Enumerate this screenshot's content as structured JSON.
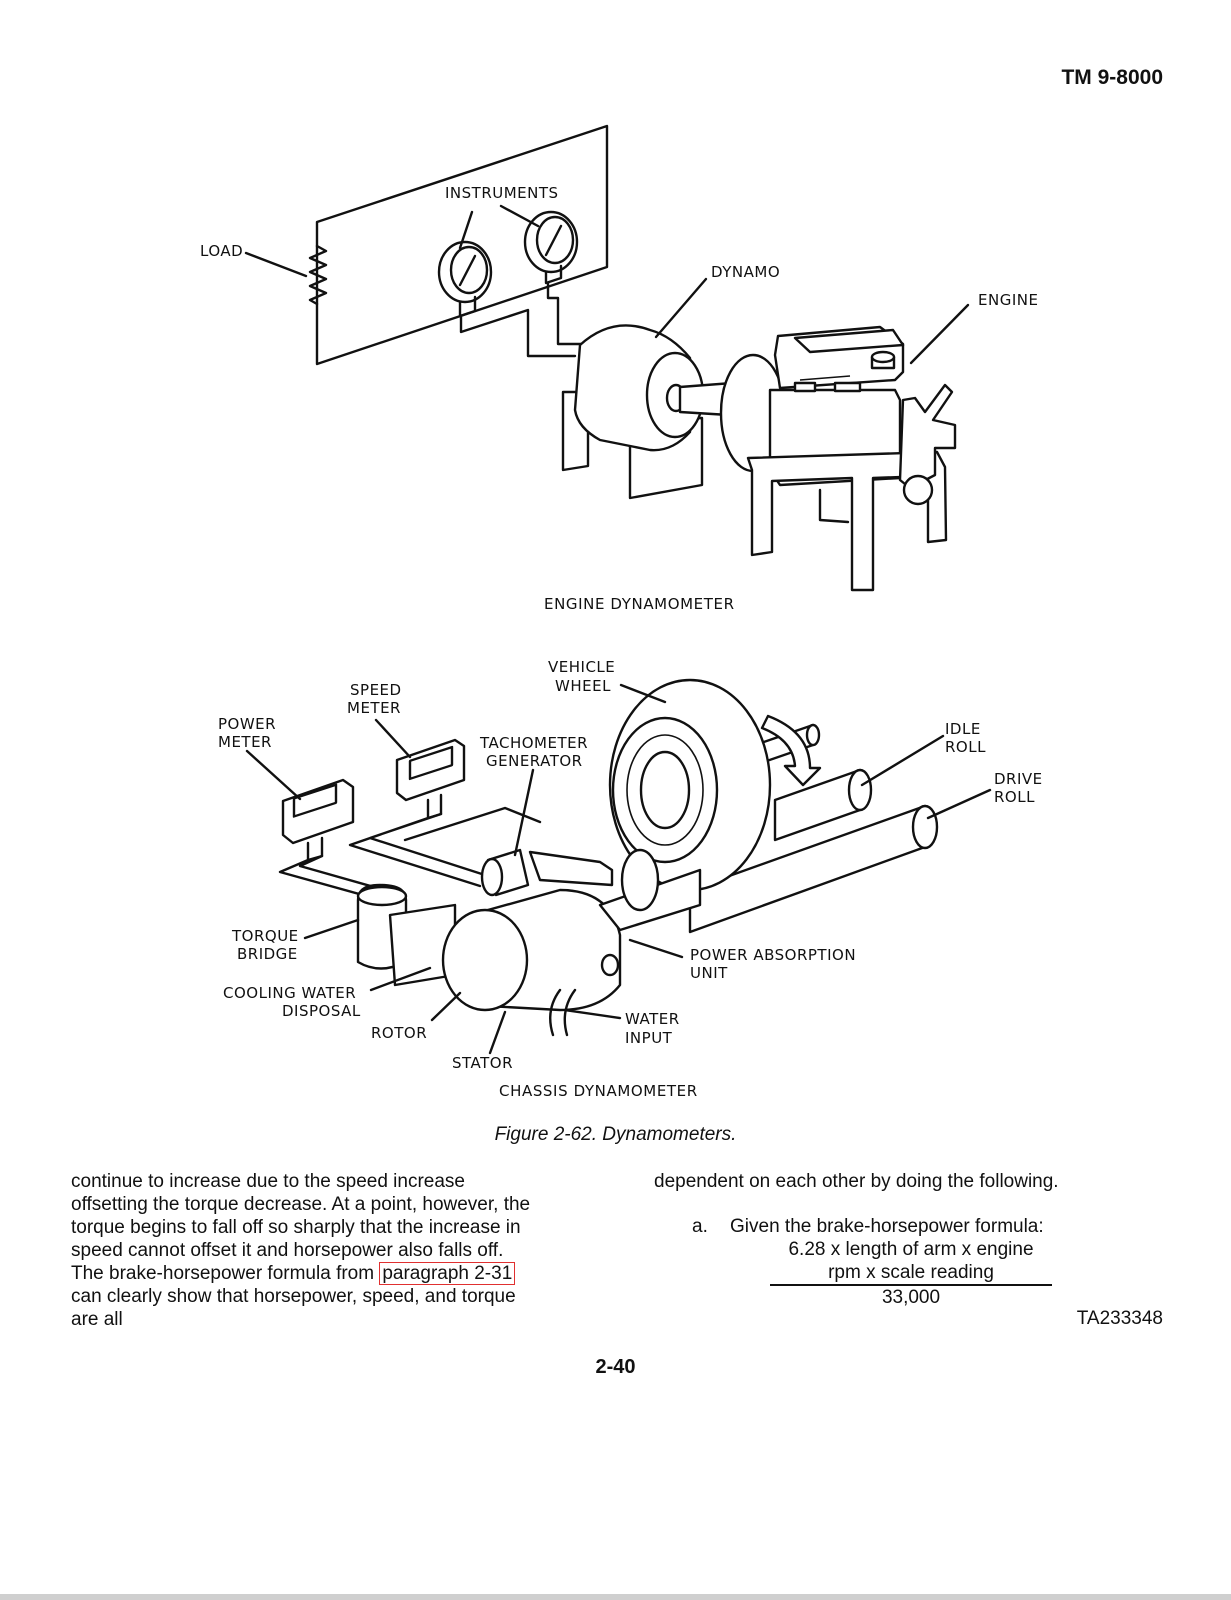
{
  "header": {
    "doc_number": "TM 9-8000"
  },
  "figure": {
    "engine_dyno": {
      "labels": {
        "instruments": "INSTRUMENTS",
        "load": "LOAD",
        "dynamo": "DYNAMO",
        "engine": "ENGINE"
      },
      "caption": "ENGINE DYNAMOMETER"
    },
    "chassis_dyno": {
      "labels": {
        "vehicle": "VEHICLE",
        "wheel": "WHEEL",
        "speed": "SPEED",
        "speed_meter": "METER",
        "power": "POWER",
        "power_meter": "METER",
        "tachometer": "TACHOMETER",
        "generator": "GENERATOR",
        "idle": "IDLE",
        "idle_roll": "ROLL",
        "drive": "DRIVE",
        "drive_roll": "ROLL",
        "torque": "TORQUE",
        "bridge": "BRIDGE",
        "cooling_water": "COOLING WATER",
        "disposal": "DISPOSAL",
        "power_absorption": "POWER ABSORPTION",
        "unit": "UNIT",
        "water": "WATER",
        "input": "INPUT",
        "rotor": "ROTOR",
        "stator": "STATOR"
      },
      "caption": "CHASSIS DYNAMOMETER"
    },
    "caption": "Figure 2-62.  Dynamometers."
  },
  "body": {
    "left_column": {
      "text_before_link": "continue to increase due to the speed increase offsetting the torque decrease.  At a point, however, the torque begins to fall off so sharply that the increase in speed cannot offset it and horsepower also falls off.  The brake-horsepower formula from ",
      "link_text": "paragraph 2-31",
      "text_after_link": " can clearly show that horsepower, speed, and torque are all"
    },
    "right_column": {
      "intro": "dependent on each other by doing the following.",
      "item_marker": "a.",
      "item_text": "Given the brake-horsepower formula:",
      "formula_line1": "6.28 x length of arm x engine",
      "formula_line2": "rpm x scale reading",
      "formula_denominator": "33,000"
    }
  },
  "footer": {
    "ta_number": "TA233348",
    "page_number": "2-40"
  }
}
